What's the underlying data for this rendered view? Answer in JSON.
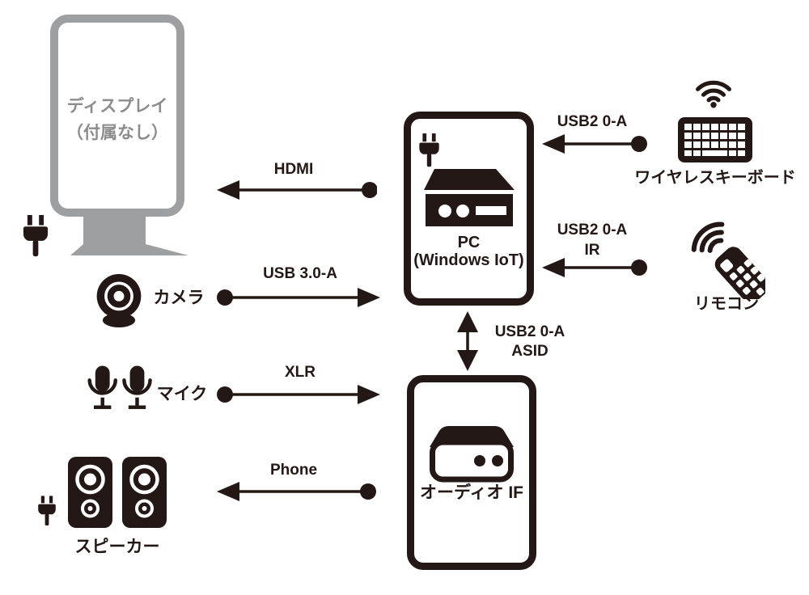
{
  "diagram": {
    "nodes": {
      "display": {
        "line1": "ディスプレイ",
        "line2": "（付属なし）"
      },
      "pc": {
        "line1": "PC",
        "line2": "(Windows IoT)"
      },
      "keyboard": {
        "label": "ワイヤレスキーボード"
      },
      "remote": {
        "label": "リモコン"
      },
      "camera": {
        "label": "カメラ"
      },
      "mic": {
        "label": "マイク"
      },
      "speaker": {
        "label": "スピーカー"
      },
      "audio_if": {
        "label": "オーディオ IF"
      }
    },
    "connections": {
      "hdmi": {
        "label": "HDMI",
        "from": "pc",
        "to": "display"
      },
      "keyboard_usb": {
        "label": "USB2 0-A",
        "from": "keyboard",
        "to": "pc"
      },
      "remote_usb": {
        "line1": "USB2 0-A",
        "line2": "IR",
        "from": "remote",
        "to": "pc"
      },
      "camera_usb": {
        "label": "USB 3.0-A",
        "from": "camera",
        "to": "pc"
      },
      "mic_xlr": {
        "label": "XLR",
        "from": "mic",
        "to": "audio_if"
      },
      "pc_audio": {
        "line1": "USB2 0-A",
        "line2": "ASID",
        "from": "pc",
        "to": "audio_if",
        "bidirectional": true
      },
      "phone": {
        "label": "Phone",
        "from": "audio_if",
        "to": "speaker"
      }
    },
    "icons": {
      "power-plug-icon": "plug shape",
      "display-icon": "portrait monitor with stand",
      "pc-icon": "set-top box with two dots and slot",
      "wifi-icon": "three arcs and dot",
      "keyboard-icon": "key grid",
      "remote-icon": "tilted remote with ir waves",
      "camera-icon": "webcam lens",
      "mic-icon": "two studio microphones",
      "speaker-icon": "two speaker cabinets",
      "audio-interface-icon": "desktop audio box with two dots"
    },
    "colors": {
      "ink": "#231815",
      "display_gray": "#9e9fa0",
      "display_text_gray": "#8c8c8c",
      "background": "#ffffff"
    }
  }
}
